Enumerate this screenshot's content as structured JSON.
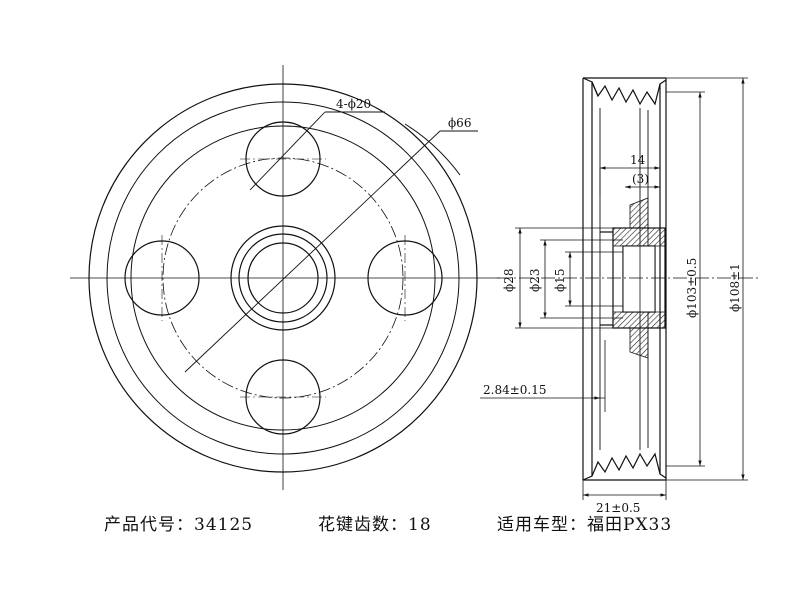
{
  "front_view": {
    "label_holes": "4-ϕ20",
    "label_pcd": "ϕ66"
  },
  "side_view": {
    "d28": "ϕ28",
    "d23": "ϕ23",
    "d15": "ϕ15",
    "d103": "ϕ103±0.5",
    "d108": "ϕ108±1",
    "w14": "14",
    "w3": "(3)",
    "off": "2.84±0.15",
    "width": "21±0.5"
  },
  "caption": {
    "product": "产品代号：34125",
    "teeth": "花键齿数：18",
    "vehicle": "适用车型：福田PX33"
  },
  "colors": {
    "line": "#111111",
    "hatch": "#222222",
    "background": "#ffffff"
  }
}
